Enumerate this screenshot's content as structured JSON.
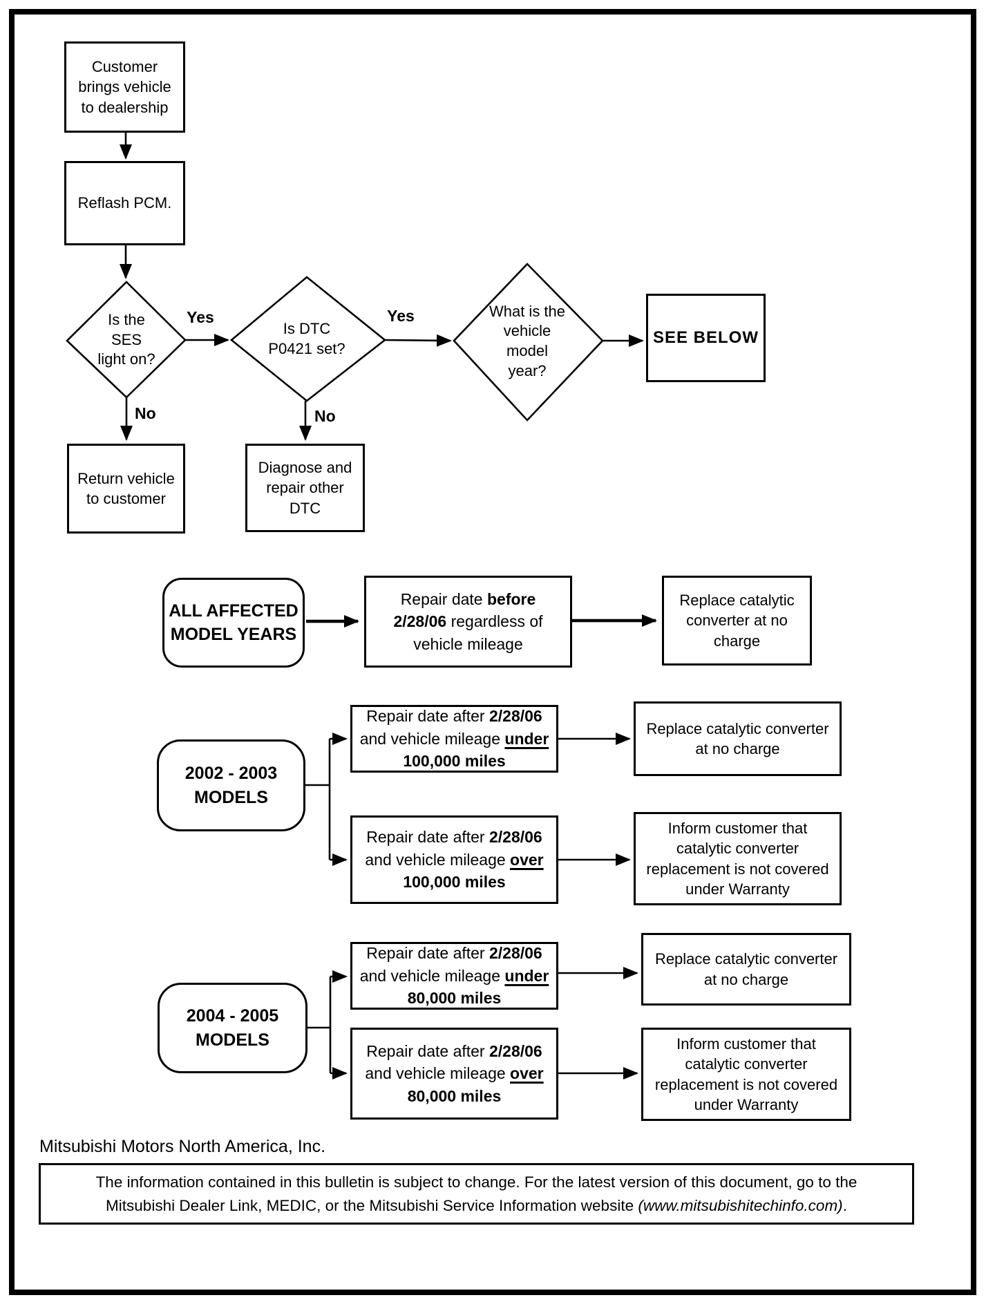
{
  "flow": {
    "start": "Customer\nbrings vehicle\nto dealership",
    "reflash": "Reflash PCM.",
    "ses_question": "Is the\nSES\nlight on?",
    "dtc_question": "Is DTC\nP0421 set?",
    "year_question": "What is the\nvehicle\nmodel\nyear?",
    "see_below": "SEE BELOW",
    "return_vehicle": "Return vehicle\nto customer",
    "diagnose_other": "Diagnose and\nrepair other\nDTC",
    "yes1": "Yes",
    "yes2": "Yes",
    "no1": "No",
    "no2": "No"
  },
  "rows": {
    "all_years": {
      "label": "ALL AFFECTED\nMODEL YEARS",
      "condition": {
        "l1_pre": "Repair date ",
        "l1_key": "before",
        "l2_date": "2/28/06",
        "l2_rest": " regardless of",
        "l3": "vehicle mileage"
      },
      "result": "Replace catalytic\nconverter at no\ncharge"
    },
    "models_2002_2003": {
      "label": "2002 - 2003\nMODELS",
      "under": {
        "l1_pre": "Repair date after ",
        "l1_date": "2/28/06",
        "l2_pre": "and vehicle mileage ",
        "l2_key": "under",
        "l3": "100,000 miles"
      },
      "under_result": "Replace catalytic converter\nat no charge",
      "over": {
        "l1_pre": "Repair date after ",
        "l1_date": "2/28/06",
        "l2_pre": "and vehicle mileage ",
        "l2_key": "over",
        "l3": "100,000 miles"
      },
      "over_result": "Inform customer that\ncatalytic converter\nreplacement is not covered\nunder Warranty"
    },
    "models_2004_2005": {
      "label": "2004 - 2005\nMODELS",
      "under": {
        "l1_pre": "Repair date after ",
        "l1_date": "2/28/06",
        "l2_pre": "and vehicle mileage ",
        "l2_key": "under",
        "l3": "80,000 miles"
      },
      "under_result": "Replace catalytic converter\nat no charge",
      "over": {
        "l1_pre": "Repair date after ",
        "l1_date": "2/28/06",
        "l2_pre": "and vehicle mileage ",
        "l2_key": "over",
        "l3": "80,000 miles"
      },
      "over_result": "Inform customer that\ncatalytic converter\nreplacement is not covered\nunder Warranty"
    }
  },
  "footer": {
    "company": "Mitsubishi Motors North America, Inc.",
    "notice_line1": "The information contained in this bulletin is subject to change. For the latest version of this document, go to the",
    "notice_line2_pre": "Mitsubishi Dealer Link, MEDIC, or the Mitsubishi Service Information website ",
    "notice_line2_italic": "(www.mitsubishitechinfo.com)",
    "notice_line2_post": "."
  }
}
